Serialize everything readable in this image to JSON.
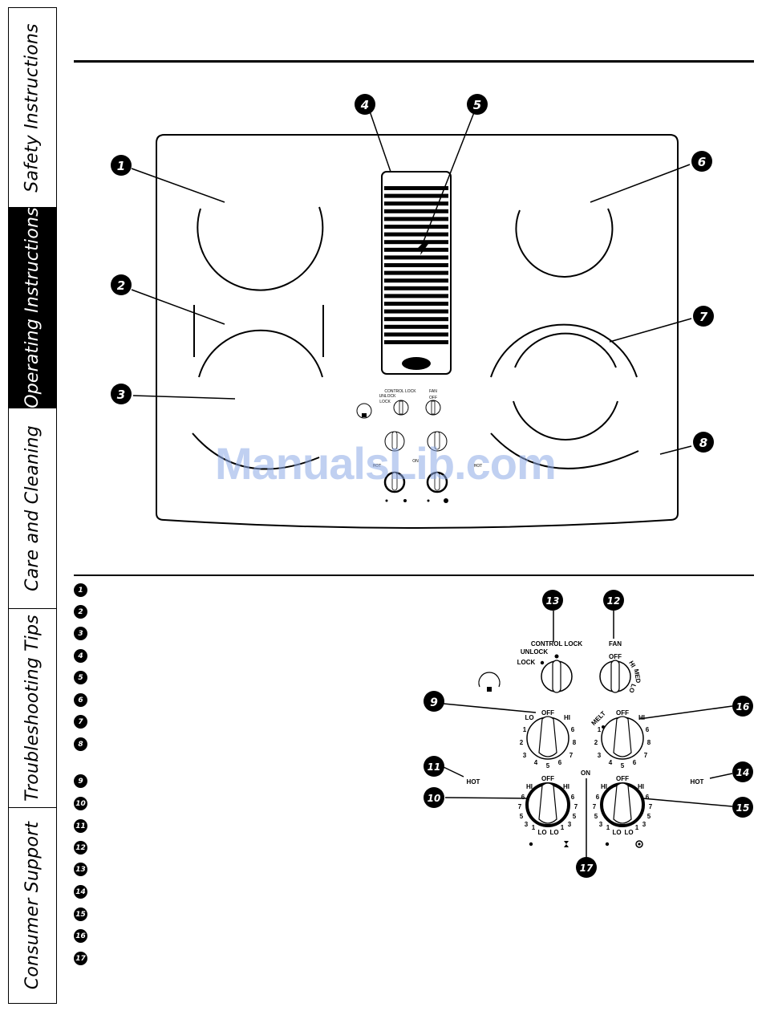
{
  "side_tabs": [
    {
      "label": "Safety Instructions",
      "active": false
    },
    {
      "label": "Operating Instructions",
      "active": true
    },
    {
      "label": "Care and Cleaning",
      "active": false
    },
    {
      "label": "Troubleshooting Tips",
      "active": false
    },
    {
      "label": "Consumer Support",
      "active": false
    }
  ],
  "cooktop": {
    "callouts": [
      "1",
      "2",
      "3",
      "4",
      "5",
      "6",
      "7",
      "8"
    ],
    "panel": {
      "control_lock_label": "CONTROL LOCK",
      "unlock_label": "UNLOCK",
      "lock_label": "LOCK",
      "fan_label": "FAN",
      "fan_off": "OFF",
      "hot_left": "HOT",
      "hot_right": "HOT",
      "on_label": "ON"
    }
  },
  "controls": {
    "callouts": {
      "c9": "9",
      "c10": "10",
      "c11": "11",
      "c12": "12",
      "c13": "13",
      "c14": "14",
      "c15": "15",
      "c16": "16",
      "c17": "17"
    },
    "control_lock_label": "CONTROL LOCK",
    "unlock_label": "UNLOCK",
    "lock_label": "LOCK",
    "fan_label": "FAN",
    "fan_off": "OFF",
    "fan_hi": "HI",
    "fan_med": "MED",
    "fan_lo": "LO",
    "hot_left": "HOT",
    "hot_right": "HOT",
    "on_label": "ON",
    "knob9": {
      "off": "OFF",
      "lo": "LO",
      "hi": "HI",
      "numbers": [
        "1",
        "2",
        "3",
        "4",
        "5",
        "6",
        "7",
        "8",
        "6"
      ]
    },
    "knob16": {
      "off": "OFF",
      "melt": "MELT",
      "hi": "HI",
      "numbers": [
        "1",
        "2",
        "3",
        "4",
        "5",
        "6",
        "7",
        "8",
        "6"
      ]
    },
    "knob10": {
      "off": "OFF",
      "hi_left": "HI",
      "hi_right": "HI",
      "lo_left": "LO",
      "lo_right": "LO",
      "left_numbers": [
        "6",
        "7",
        "5",
        "3",
        "1"
      ],
      "right_numbers": [
        "6",
        "7",
        "5",
        "3",
        "1"
      ]
    },
    "knob15": {
      "off": "OFF",
      "hi_left": "HI",
      "hi_right": "HI",
      "lo_left": "LO",
      "lo_right": "LO",
      "left_numbers": [
        "6",
        "7",
        "5",
        "3",
        "1"
      ],
      "right_numbers": [
        "6",
        "7",
        "5",
        "3",
        "1"
      ]
    }
  },
  "watermark": "ManualsLib.com",
  "legend": [
    "1",
    "2",
    "3",
    "4",
    "5",
    "6",
    "7",
    "8",
    "9",
    "10",
    "11",
    "12",
    "13",
    "14",
    "15",
    "16",
    "17"
  ]
}
